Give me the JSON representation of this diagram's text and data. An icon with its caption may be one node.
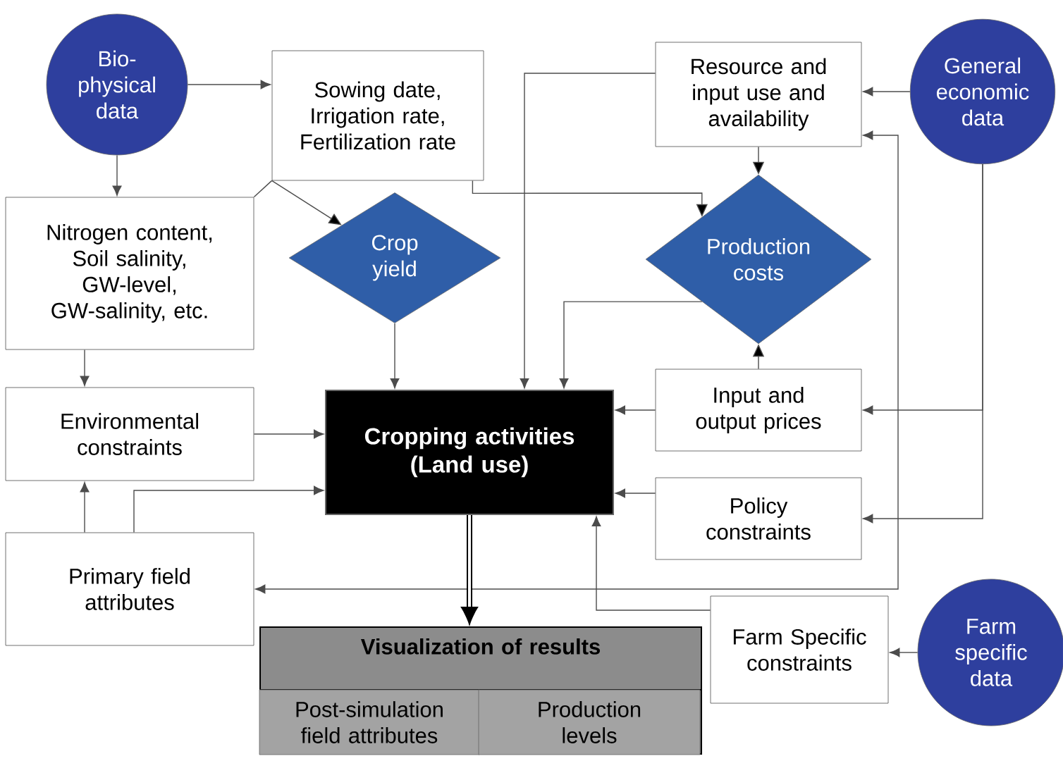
{
  "diagram": {
    "nodes": [
      {
        "text": [
          "Bio-physical data"
        ]
      },
      {
        "text": [
          "Sowing date, Irrigation rate, Fertilization rate"
        ]
      },
      {
        "text": [
          "Resource and input use and availability"
        ]
      },
      {
        "text": [
          "General economic data"
        ]
      },
      {
        "text": [
          "Nitrogen content, Soil salinity, GW-level, GW-salinity, etc."
        ]
      },
      {
        "text": [
          "Crop yield"
        ]
      },
      {
        "text": [
          "Production costs"
        ]
      },
      {
        "text": [
          "Environmental constraints"
        ]
      },
      {
        "text": [
          "Cropping activities (Land use)"
        ]
      },
      {
        "text": [
          "Input and output prices"
        ]
      },
      {
        "text": [
          "Policy constraints"
        ]
      },
      {
        "text": [
          "Primary field attributes"
        ]
      },
      {
        "text": [
          "Farm Specific constraints"
        ]
      },
      {
        "text": [
          "Farm specific data"
        ]
      },
      {
        "text": [
          "Visualization of results"
        ]
      },
      {
        "text": [
          "Post-simulation field attributes"
        ],
        "in": 14
      },
      {
        "text": [
          "Production levels"
        ],
        "in": 14
      }
    ],
    "edges": [
      {
        "from": 0,
        "to": 1,
        "arrow": "to"
      },
      {
        "from": 0,
        "to": 4,
        "arrow": "to"
      },
      {
        "from": 4,
        "to": 1,
        "arrow": "none"
      },
      {
        "from": 1,
        "to": 5,
        "arrow": "to"
      },
      {
        "from": 1,
        "to": 6,
        "arrow": "to"
      },
      {
        "from": 2,
        "to": 6,
        "arrow": "to"
      },
      {
        "from": 3,
        "to": 2,
        "arrow": "to"
      },
      {
        "from": 3,
        "to": 9,
        "arrow": "to"
      },
      {
        "from": 3,
        "to": 10,
        "arrow": "to"
      },
      {
        "from": 11,
        "to": 2,
        "arrow": "both"
      },
      {
        "from": 2,
        "to": 8,
        "arrow": "to"
      },
      {
        "from": 6,
        "to": 8,
        "arrow": "to"
      },
      {
        "from": 5,
        "to": 8,
        "arrow": "to"
      },
      {
        "from": 4,
        "to": 7,
        "arrow": "to"
      },
      {
        "from": 7,
        "to": 8,
        "arrow": "to"
      },
      {
        "from": 11,
        "to": 7,
        "arrow": "to"
      },
      {
        "from": 11,
        "to": 8,
        "arrow": "to"
      },
      {
        "from": 9,
        "to": 8,
        "arrow": "to"
      },
      {
        "from": 9,
        "to": 6,
        "arrow": "to"
      },
      {
        "from": 10,
        "to": 8,
        "arrow": "to"
      },
      {
        "from": 12,
        "to": 8,
        "arrow": "to"
      },
      {
        "from": 13,
        "to": 12,
        "arrow": "to"
      },
      {
        "from": 8,
        "to": 14,
        "arrow": "to",
        "style": "thick"
      }
    ]
  }
}
